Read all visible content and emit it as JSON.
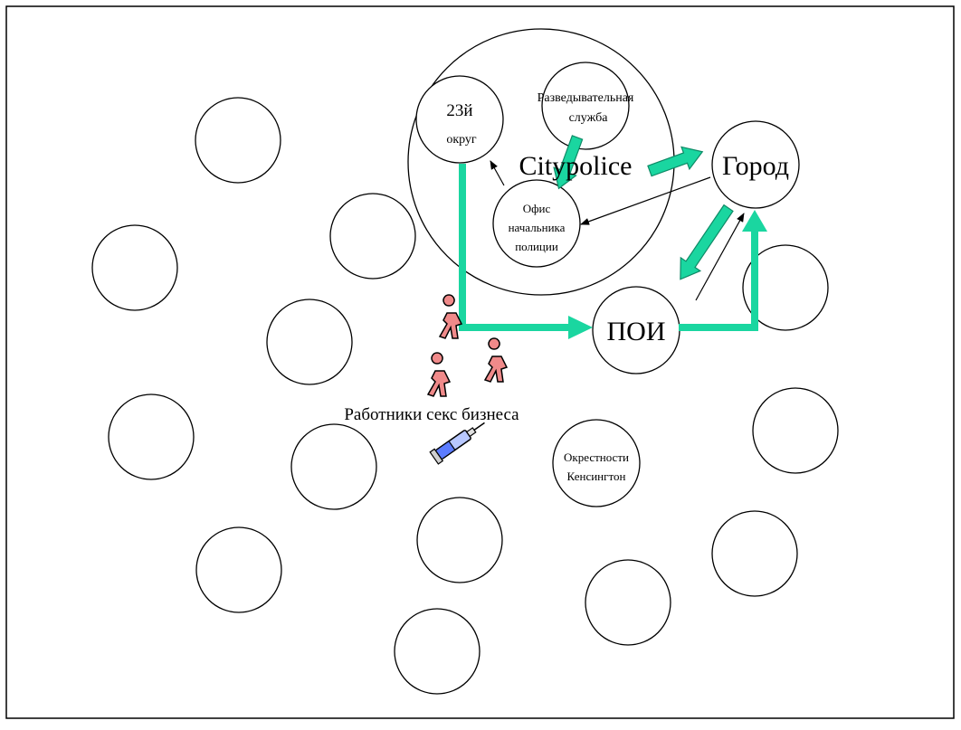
{
  "labels": {
    "district": [
      "23й",
      "округ"
    ],
    "intel": [
      "Разведывательная",
      "служба"
    ],
    "city_police": "Citypolice",
    "chief_office": [
      "Офис",
      "начальника",
      "полиции"
    ],
    "city": "Город",
    "poi": "ПОИ",
    "sex_workers": "Работники секс бизнеса",
    "kensington": [
      "Окрестности",
      "Кенсингтон"
    ]
  },
  "icons": {
    "people": "walking-person-icon",
    "syringe": "syringe-icon"
  },
  "colors": {
    "accent": "#1ad6a0",
    "accent_dark": "#0e8a66",
    "figure": "#f08a8a",
    "outline": "#000000",
    "background": "#ffffff"
  }
}
